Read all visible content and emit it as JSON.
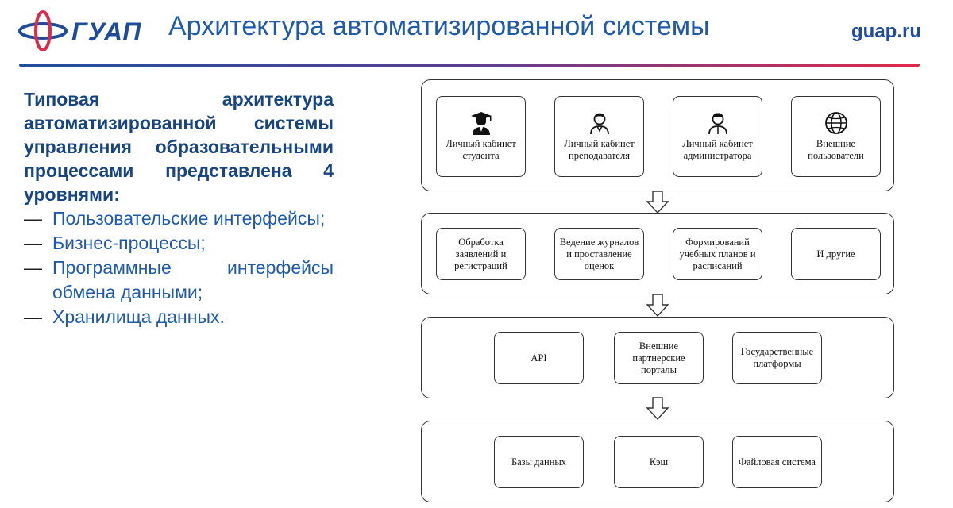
{
  "header": {
    "logo_text": "ГУАП",
    "title": "Архитектура автоматизированной системы",
    "site": "guap.ru"
  },
  "left": {
    "intro": "Типовая архитектура автоматизированной системы управления образовательными процессами представлена 4 уровнями:",
    "bullets": [
      "Пользовательские интерфейсы;",
      "Бизнес-процессы;",
      "Программные интерфейсы обмена данными;",
      "Хранилища данных."
    ],
    "dash": "—"
  },
  "diagram": {
    "layer1": [
      {
        "label": "Личный кабинет студента",
        "icon": "graduate-icon"
      },
      {
        "label": "Личный кабинет преподавателя",
        "icon": "teacher-icon"
      },
      {
        "label": "Личный кабинет администратора",
        "icon": "admin-icon"
      },
      {
        "label": "Внешние пользователи",
        "icon": "globe-icon"
      }
    ],
    "layer2": [
      {
        "label": "Обработка заявлений и регистраций"
      },
      {
        "label": "Ведение журналов и проставление оценок"
      },
      {
        "label": "Формирований учебных планов и расписаний"
      },
      {
        "label": "И другие"
      }
    ],
    "layer3": [
      {
        "label": "API"
      },
      {
        "label": "Внешние партнерские порталы"
      },
      {
        "label": "Государственные платформы"
      }
    ],
    "layer4": [
      {
        "label": "Базы данных"
      },
      {
        "label": "Кэш"
      },
      {
        "label": "Файловая система"
      }
    ]
  },
  "colors": {
    "title": "#1e5aa8",
    "brand_blue": "#1e4c9a",
    "brand_red": "#e0294a"
  }
}
